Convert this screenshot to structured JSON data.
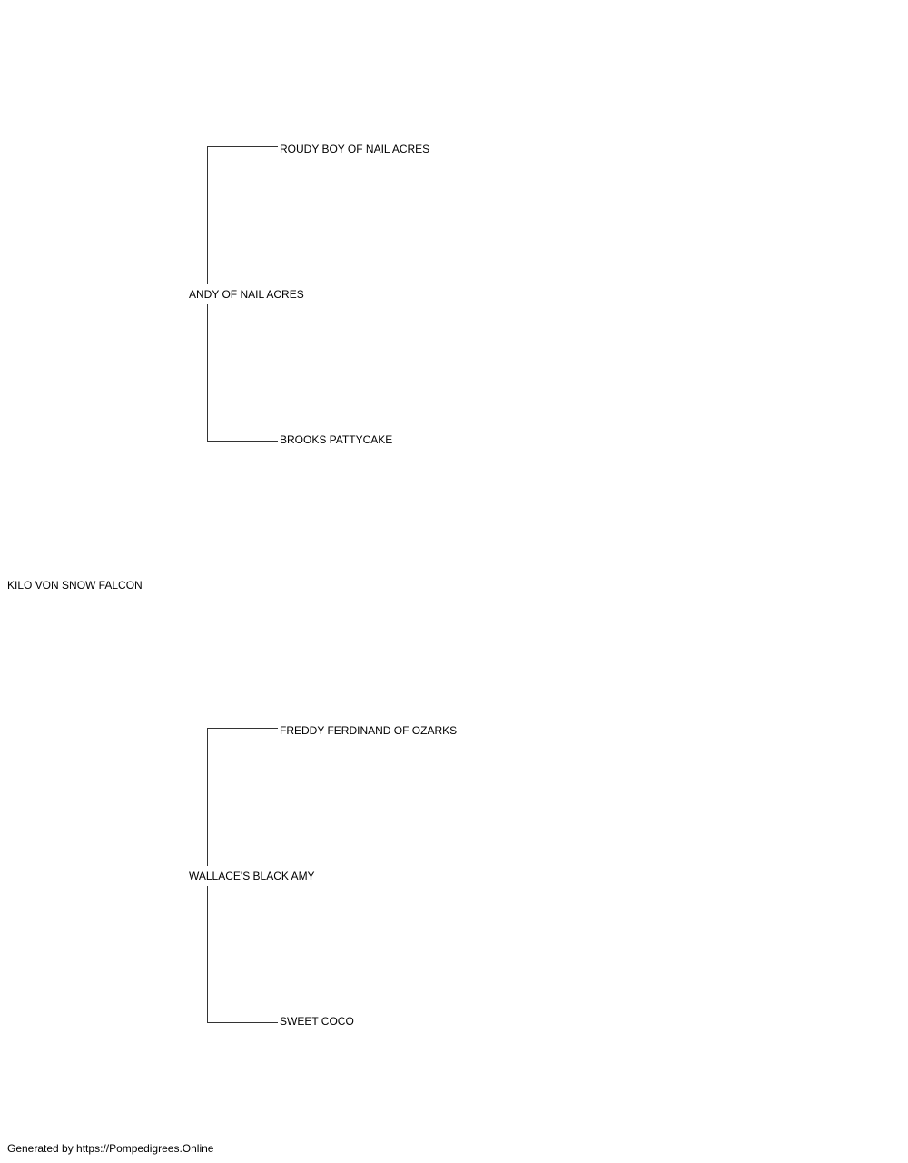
{
  "pedigree": {
    "subject": "KILO VON SNOW FALCON",
    "sire": {
      "name": "ANDY OF NAIL ACRES",
      "sire": "ROUDY BOY OF NAIL ACRES",
      "dam": "BROOKS PATTYCAKE"
    },
    "dam": {
      "name": "WALLACE'S BLACK AMY",
      "sire": "FREDDY FERDINAND OF OZARKS",
      "dam": "SWEET COCO"
    }
  },
  "footer": {
    "text": "Generated by https://Pompedigrees.Online"
  },
  "colors": {
    "line": "#333333",
    "text": "#000000",
    "background": "#ffffff"
  }
}
